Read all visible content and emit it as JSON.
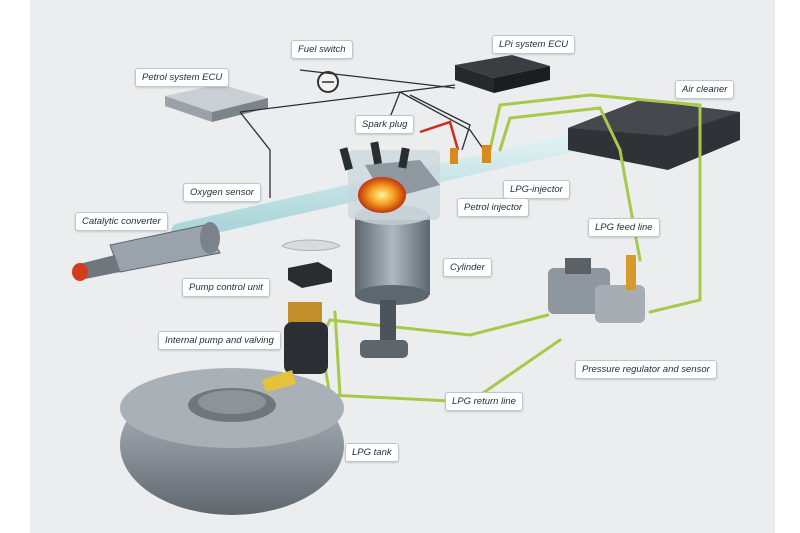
{
  "labels": {
    "fuel_switch": "Fuel switch",
    "lpi_ecu": "LPi system ECU",
    "petrol_ecu": "Petrol system ECU",
    "air_cleaner": "Air cleaner",
    "spark_plug": "Spark plug",
    "oxygen_sensor": "Oxygen sensor",
    "lpg_injector": "LPG-injector",
    "petrol_injector": "Petrol injector",
    "catalytic_converter": "Catalytic converter",
    "lpg_feed_line": "LPG feed line",
    "cylinder": "Cylinder",
    "pump_control_unit": "Pump control unit",
    "internal_pump": "Internal pump and valving",
    "pressure_regulator": "Pressure regulator and sensor",
    "lpg_return_line": "LPG return line",
    "lpg_tank": "LPG tank"
  },
  "colors": {
    "background": "#ebedee",
    "lpg_line": "#a7c94a",
    "wire": "#2b2f33",
    "intake_pipe": "#bfe3e6",
    "metal": "#8f98a0",
    "flame": "#f28a1d"
  }
}
